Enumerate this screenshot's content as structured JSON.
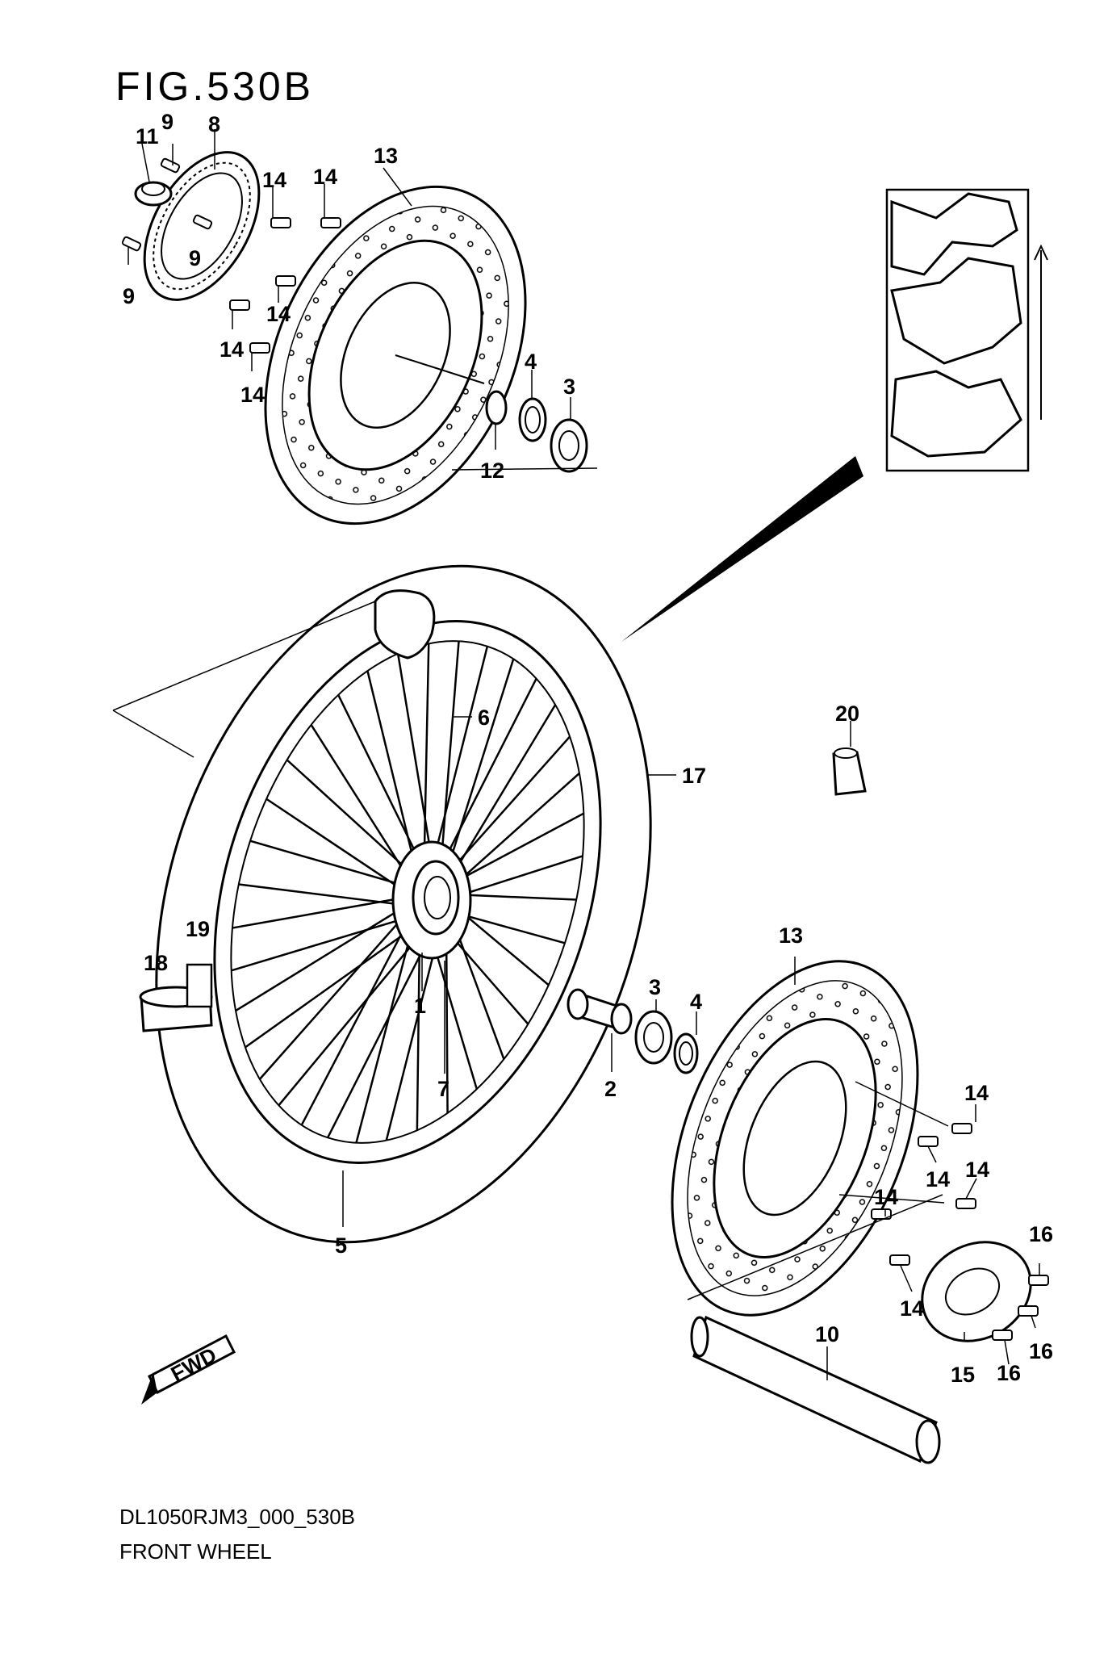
{
  "figure": {
    "title": "FIG.530B",
    "code": "DL1050RJM3_000_530B",
    "name": "FRONT WHEEL",
    "fwd_badge": "FWD"
  },
  "callouts": [
    "9",
    "8",
    "11",
    "9",
    "9",
    "14",
    "14",
    "13",
    "14",
    "14",
    "14",
    "4",
    "3",
    "12",
    "6",
    "17",
    "20",
    "19",
    "18",
    "1",
    "7",
    "13",
    "3",
    "4",
    "2",
    "14",
    "14",
    "14",
    "14",
    "16",
    "14",
    "10",
    "15",
    "16",
    "16",
    "5"
  ],
  "parts": [
    {
      "number": "1",
      "name": "hub"
    },
    {
      "number": "2",
      "name": "spacer"
    },
    {
      "number": "3",
      "name": "bearing"
    },
    {
      "number": "4",
      "name": "oil-seal"
    },
    {
      "number": "5",
      "name": "rim"
    },
    {
      "number": "6",
      "name": "spoke-set"
    },
    {
      "number": "7",
      "name": "spoke-set"
    },
    {
      "number": "8",
      "name": "sensor-ring"
    },
    {
      "number": "9",
      "name": "bolt"
    },
    {
      "number": "10",
      "name": "axle"
    },
    {
      "number": "11",
      "name": "nut"
    },
    {
      "number": "12",
      "name": "spacer"
    },
    {
      "number": "13",
      "name": "brake-disc"
    },
    {
      "number": "14",
      "name": "disc-bolt"
    },
    {
      "number": "15",
      "name": "plate"
    },
    {
      "number": "16",
      "name": "screw"
    },
    {
      "number": "17",
      "name": "tire"
    },
    {
      "number": "18",
      "name": "balancer"
    },
    {
      "number": "19",
      "name": "balancer-weight"
    },
    {
      "number": "20",
      "name": "valve-cap"
    }
  ]
}
